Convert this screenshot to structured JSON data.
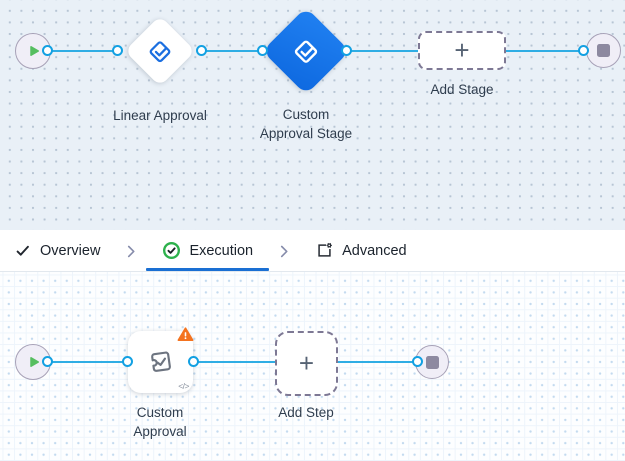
{
  "stage_canvas": {
    "linear_approval_label": "Linear Approval",
    "custom_stage_label_line1": "Custom",
    "custom_stage_label_line2": "Approval Stage",
    "add_stage_label": "Add Stage",
    "add_stage_plus": "+"
  },
  "tab_bar": {
    "overview_label": "Overview",
    "execution_label": "Execution",
    "advanced_label": "Advanced",
    "active_tab": "Execution"
  },
  "step_canvas": {
    "custom_approval_label_line1": "Custom",
    "custom_approval_label_line2": "Approval",
    "add_step_label": "Add Step",
    "add_step_plus": "+",
    "code_badge": "</>"
  },
  "icons": {
    "start": "play-icon",
    "end": "stop-icon",
    "approval": "approval-check-diamond-icon",
    "warning": "warning-triangle-icon",
    "overview": "check-icon",
    "execution": "check-circle-green-icon",
    "advanced": "panel-gear-icon"
  },
  "colors": {
    "accent_blue": "#1473e6",
    "connector_blue": "#2fade4",
    "underline_blue": "#1a6fd3",
    "warning_orange": "#f4731f",
    "success_green": "#2db14c",
    "play_green": "#56be60",
    "canvas_top_bg": "#e9f0f7",
    "canvas_bottom_bg": "#fdfeff"
  }
}
